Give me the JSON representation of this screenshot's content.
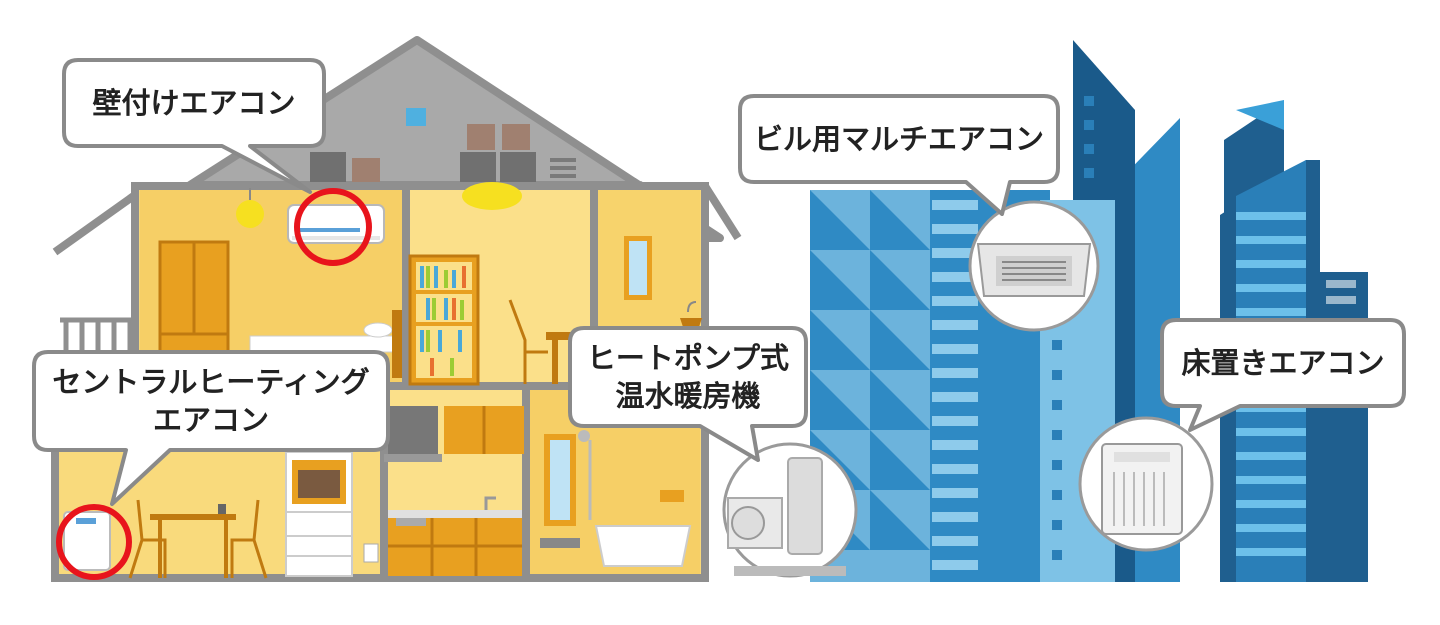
{
  "labels": {
    "wall_ac": "壁付けエアコン",
    "central_heating_line1": "セントラルヒーティング",
    "central_heating_line2": "エアコン",
    "heat_pump_line1": "ヒートポンプ式",
    "heat_pump_line2": "温水暖房機",
    "building_multi_ac": "ビル用マルチエアコン",
    "floor_ac": "床置きエアコン"
  },
  "colors": {
    "wall_house": "#f8d878",
    "roof_gray": "#9a9a9a",
    "outline": "#8f8f8f",
    "highlight_ring": "#e8141c",
    "building_light": "#6cb3dc",
    "building_mid": "#2f8ac4",
    "building_dark": "#1f5f8f",
    "wood": "#e8a020",
    "bubble_fill": "#ffffff",
    "bubble_stroke": "#8a8a8a"
  },
  "icons": [
    "wall-ac-icon",
    "central-heating-unit-icon",
    "heat-pump-icon",
    "ceiling-cassette-icon",
    "floor-standing-ac-icon"
  ]
}
